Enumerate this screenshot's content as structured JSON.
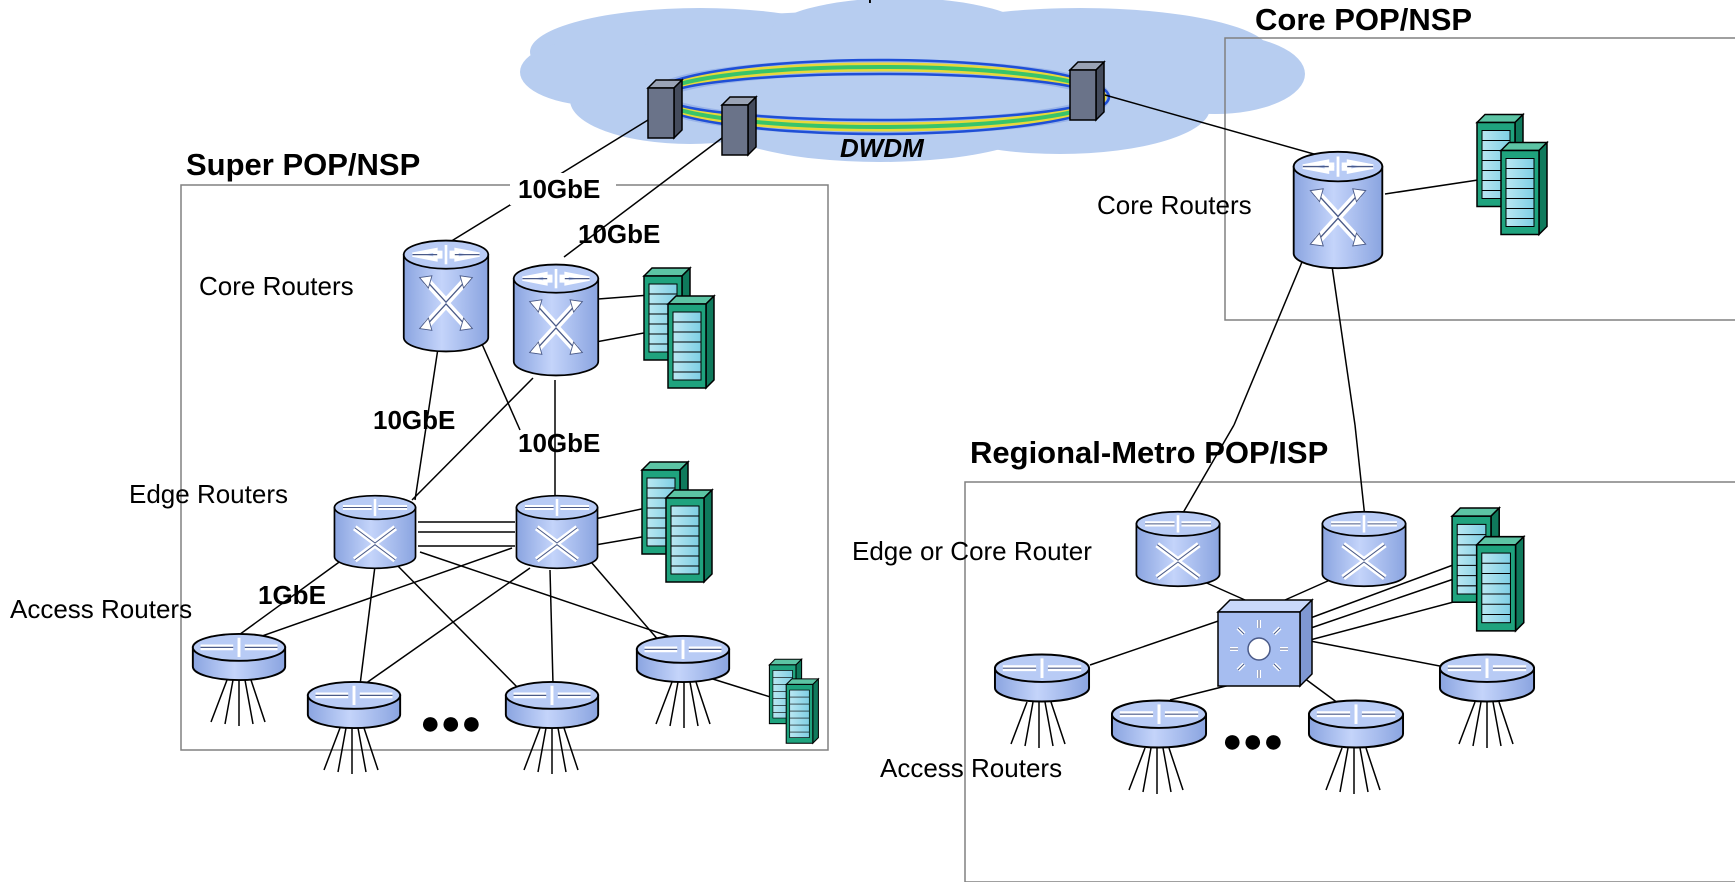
{
  "labels": {
    "top_partial": "l",
    "core_pop_title": "Core POP/NSP",
    "super_pop_title": "Super POP/NSP",
    "regional_title": "Regional-Metro POP/ISP",
    "dwdm": "DWDM",
    "link_10g_a": "10GbE",
    "link_10g_b": "10GbE",
    "link_10g_c": "10GbE",
    "link_10g_d": "10GbE",
    "link_1g": "1GbE",
    "core_routers_left": "Core Routers",
    "core_routers_right": "Core Routers",
    "edge_routers": "Edge Routers",
    "access_routers_left": "Access Routers",
    "edge_or_core_router": "Edge or Core Router",
    "access_routers_right": "Access Routers",
    "ellipsis_left": "●●●",
    "ellipsis_right": "●●●"
  },
  "colors": {
    "cloud": "#b7cdf0",
    "router": "#a6bdf0",
    "server": "#1fa37e",
    "ring_blue": "#1f4fd6",
    "ring_yellow": "#e8d83a",
    "ring_green": "#38c46a",
    "box": "#808080"
  }
}
